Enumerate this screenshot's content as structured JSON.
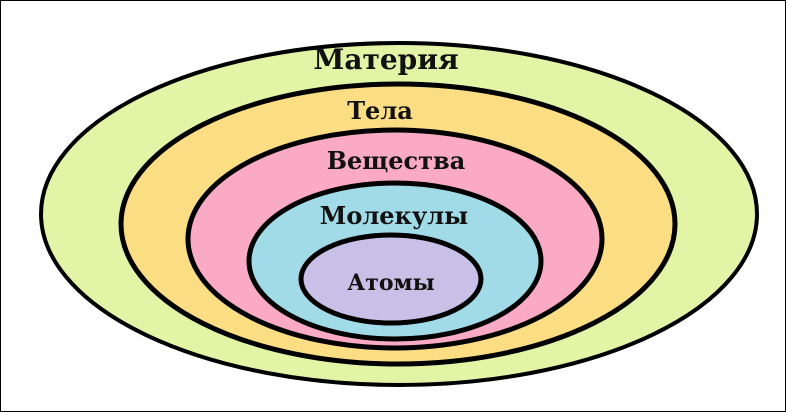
{
  "diagram": {
    "levels": [
      {
        "label": "Материя",
        "color": "#e2f5a6"
      },
      {
        "label": "Тела",
        "color": "#fbdd84"
      },
      {
        "label": "Вещества",
        "color": "#fbaac6"
      },
      {
        "label": "Молекулы",
        "color": "#a1dbe8"
      },
      {
        "label": "Атомы",
        "color": "#c8c0e6"
      }
    ],
    "outline_color": "#000000"
  }
}
